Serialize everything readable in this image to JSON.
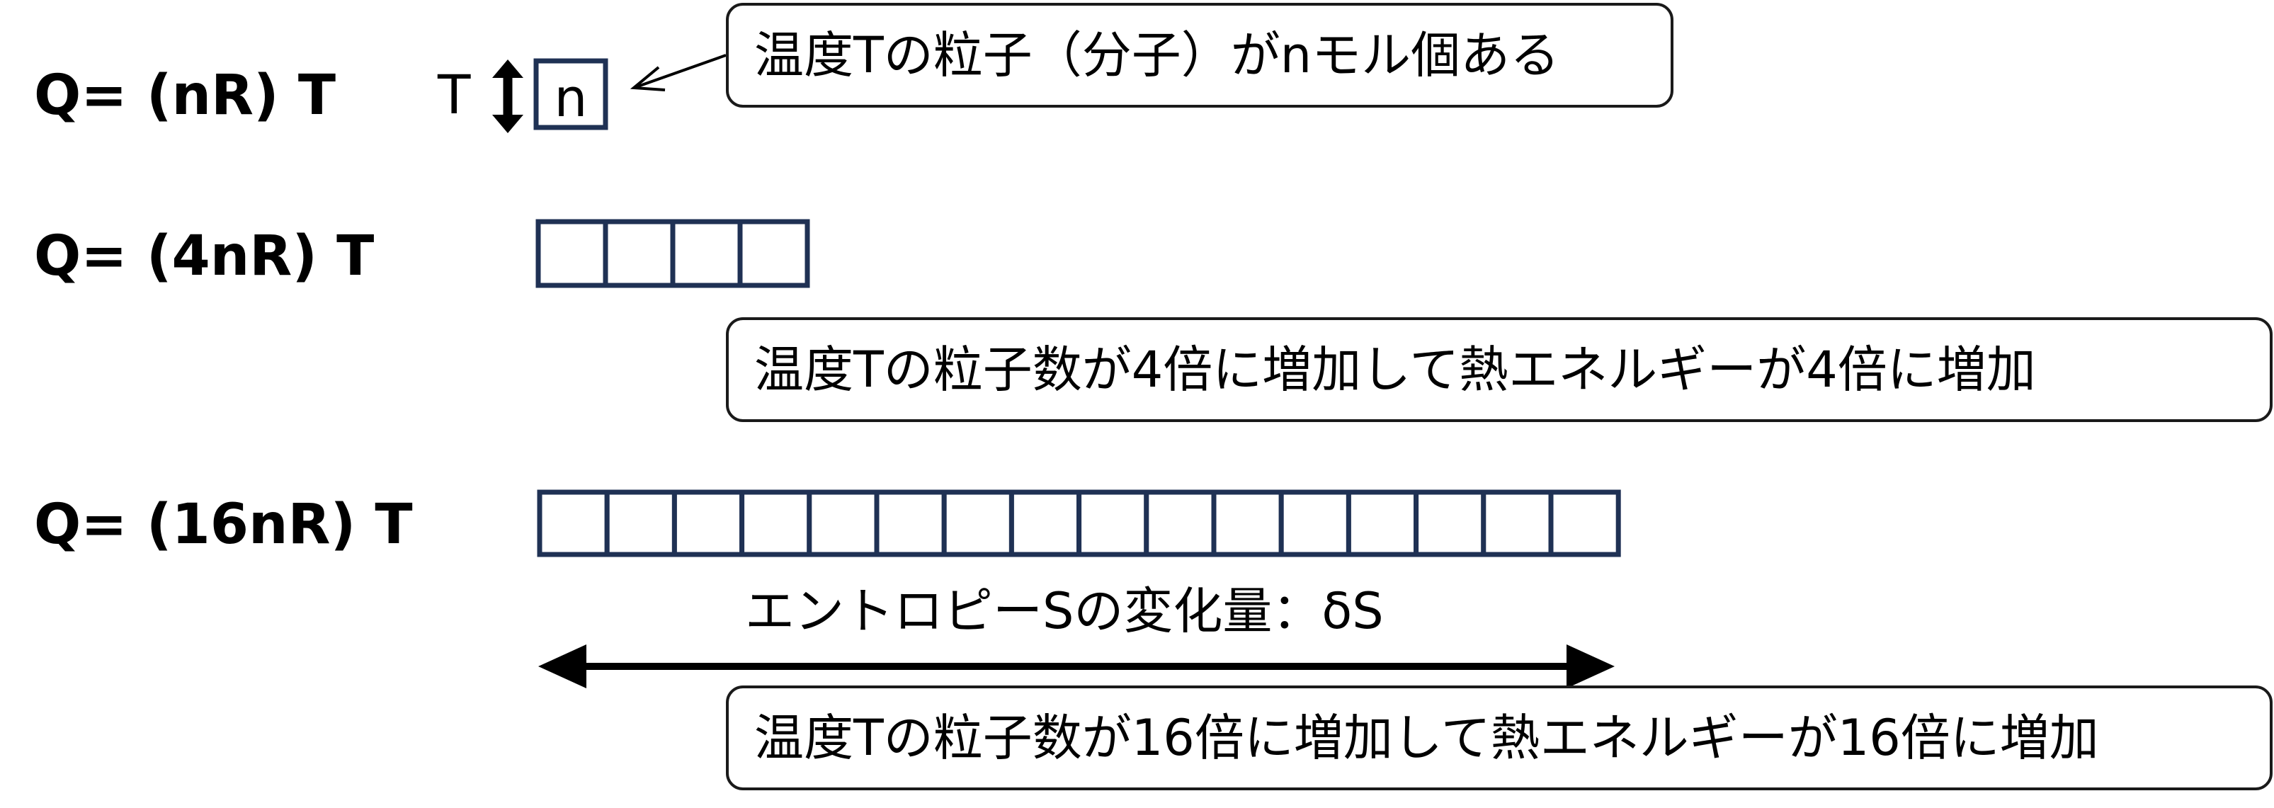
{
  "diagram": {
    "formulas": {
      "row1": "Q= (nR) T",
      "row2": "Q= (4nR) T",
      "row3": "Q= (16nR) T"
    },
    "temperature_label": "T",
    "unit_cell_label": "n",
    "callouts": {
      "row1": "温度Tの粒子（分子）がnモル個ある",
      "row2": "温度Tの粒子数が4倍に増加して熱エネルギーが4倍に増加",
      "row3": "温度Tの粒子数が16倍に増加して熱エネルギーが16倍に増加"
    },
    "entropy_label": "エントロピーSの変化量：δS",
    "cell_counts": {
      "row1": 1,
      "row2": 4,
      "row3": 16
    },
    "colors": {
      "cell_border": "#1f3154",
      "arrow": "#000000",
      "text": "#000000"
    }
  }
}
